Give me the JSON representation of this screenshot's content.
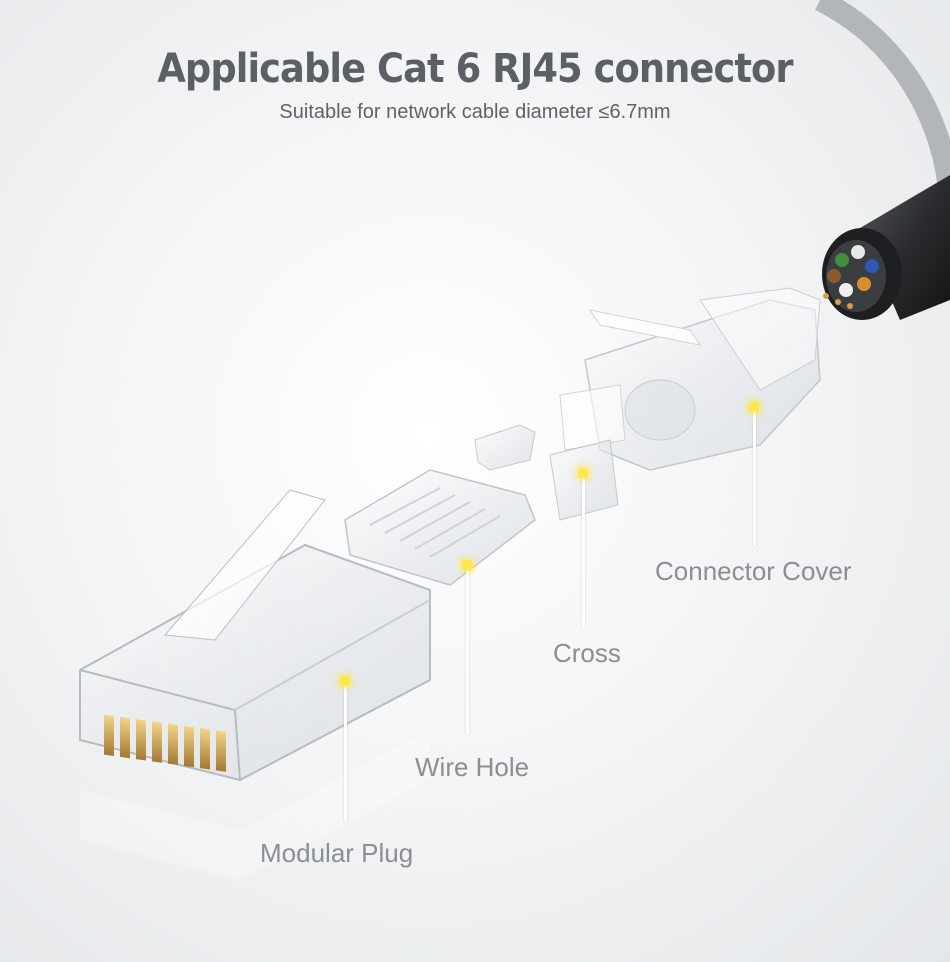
{
  "header": {
    "title": "Applicable Cat 6 RJ45 connector",
    "subtitle": "Suitable for network cable diameter ≤6.7mm"
  },
  "callouts": {
    "connector_cover": "Connector Cover",
    "cross": "Cross",
    "wire_hole": "Wire Hole",
    "modular_plug": "Modular Plug"
  },
  "colors": {
    "title": "#5a6066",
    "label": "#8a8f93",
    "marker": "#ffe94a",
    "contact": "#c99a3a",
    "cable": "#2b2e30"
  }
}
